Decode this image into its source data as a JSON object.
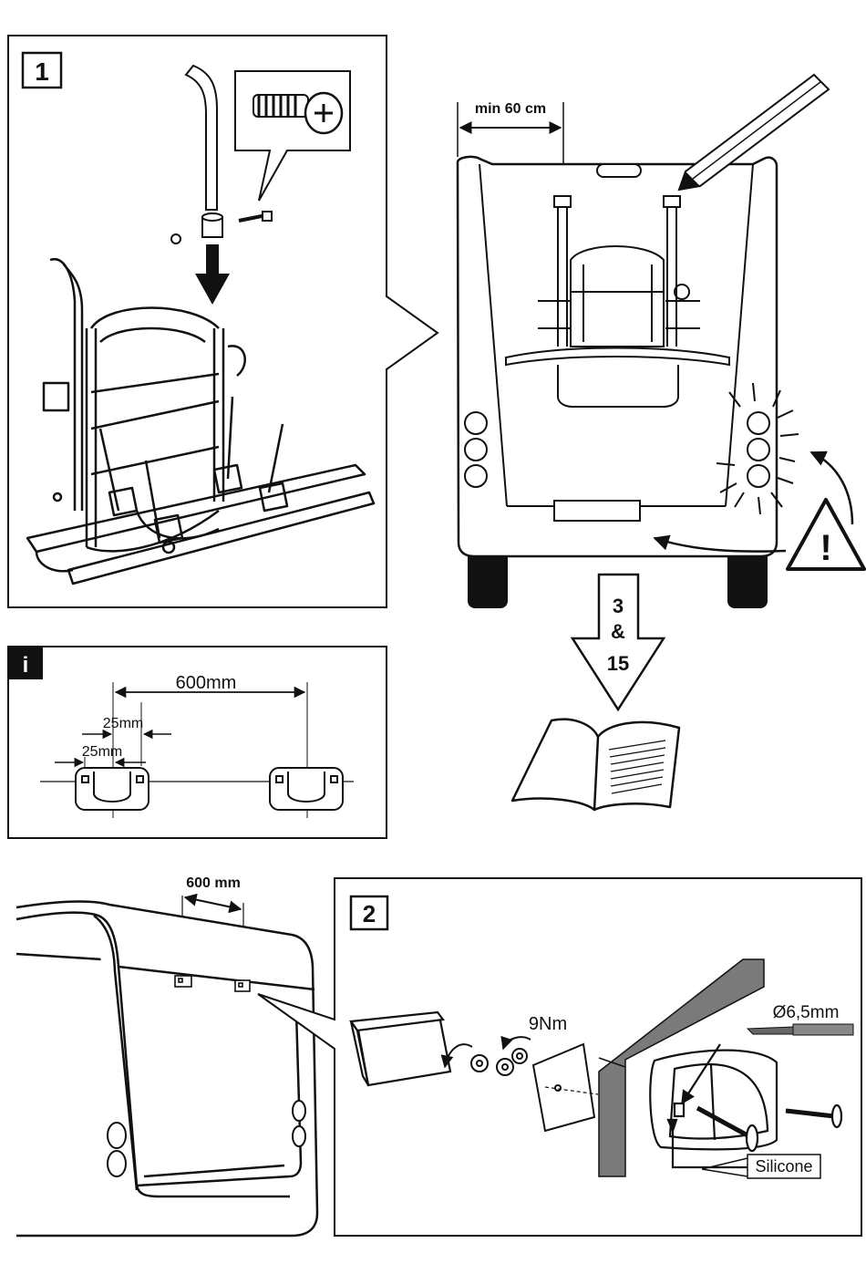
{
  "step1": {
    "number": "1"
  },
  "step2": {
    "number": "2"
  },
  "info": {
    "badge": "i",
    "spacing_label": "600mm",
    "offset_label_top": "25mm",
    "offset_label_bottom": "25mm"
  },
  "rear_view": {
    "min_distance_label": "min 60 cm",
    "manual_ref": {
      "line1": "3",
      "line2": "&",
      "line3": "15"
    },
    "warning_symbol": "!"
  },
  "bottom": {
    "spacing_label": "600 mm",
    "torque_label": "9Nm",
    "drill_label": "Ø6,5mm",
    "silicone_label": "Silicone"
  },
  "colors": {
    "line": "#111111",
    "wall": "#7a7a7a",
    "drill": "#666666",
    "background": "#ffffff"
  },
  "icons": [
    "screw-icon",
    "pencil-icon",
    "warning-icon",
    "booklet-icon",
    "lights-icon",
    "arrow-down-icon"
  ]
}
